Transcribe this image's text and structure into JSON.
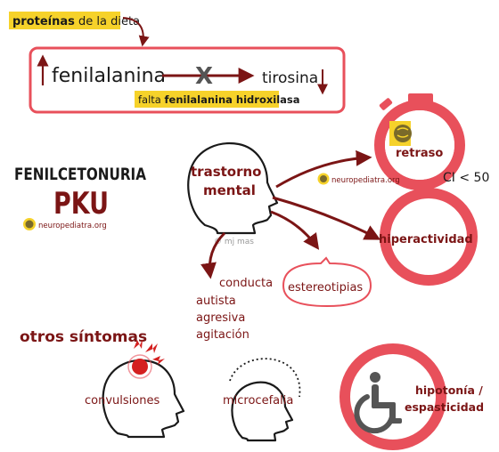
{
  "colors": {
    "dark_red": "#7b1515",
    "coral": "#e8505b",
    "highlight": "#f6d22a",
    "ink": "#1a1a1a",
    "gray": "#555555",
    "logo_bg": "#7a6a2a"
  },
  "top": {
    "source_label": "proteínas de la dieta",
    "source_label_bold": "proteínas",
    "source_label_rest": " de la dieta",
    "substrate": "fenilalanina",
    "product": "tirosina",
    "block_mark": "X",
    "enzyme_prefix": "falta ",
    "enzyme_name": "fenilalanina hidroxilasa"
  },
  "title": {
    "line1": "FENILCETONURIA",
    "line2": "PKU"
  },
  "logo_text": "neuropediatra.org",
  "center_head": {
    "label_line1": "trastorno",
    "label_line2": "mental",
    "credit": "© mj mas"
  },
  "outcomes": {
    "delay_label": "retraso",
    "delay_value": "CI < 50",
    "hyperactivity": "hiperactividad",
    "stereotypies": "estereotipias",
    "behavior_title": "conducta",
    "behavior_items": [
      "autista",
      "agresiva",
      "agitación"
    ]
  },
  "other": {
    "heading": "otros síntomas",
    "seizures": "convulsiones",
    "microcephaly": "microcefalia",
    "hypotonia_line1": "hipotonía /",
    "hypotonia_line2": "espasticidad"
  }
}
